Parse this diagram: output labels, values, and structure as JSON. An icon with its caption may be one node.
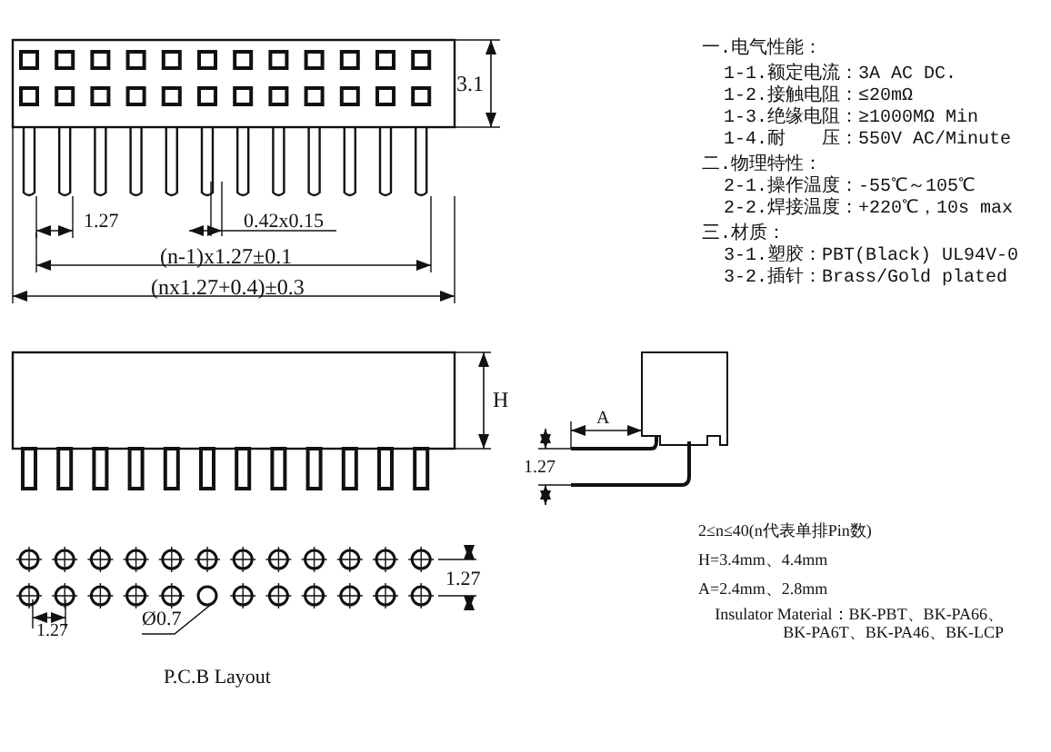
{
  "diagram": {
    "nodes": [
      {
        "text": [
          "Ø0.7"
        ]
      },
      {
        "text": [],
        "shape": "circle"
      }
    ],
    "edges": [
      {
        "from": 0,
        "to": 1,
        "arrow": "none"
      }
    ],
    "labels": [
      "3.1",
      "1.27",
      "0.42x0.15",
      "(n-1)x1.27±0.1",
      "(nx1.27+0.4)±0.3",
      "H",
      "A",
      "1.27",
      "1.27",
      "1.27",
      "P.C.B Layout",
      "一.电气性能：",
      "1-1.额定电流：3A AC DC.",
      "1-2.接触电阻：≤20mΩ",
      "1-3.绝缘电阻：≥1000MΩ Min",
      "1-4.耐　　压：550V AC/Minute",
      "二.物理特性：",
      "2-1.操作温度：-55℃～105℃",
      "2-2.焊接温度：+220℃，10s max",
      "三.材质：",
      "3-1.塑胶：PBT(Black) UL94V-0",
      "3-2.插针：Brass/Gold plated",
      "2≤n≤40(n代表单排Pin数)",
      "H=3.4mm、4.4mm",
      "A=2.4mm、2.8mm",
      "Insulator Material：BK-PBT、BK-PA66、BK-PA6T、BK-PA46、BK-LCP"
    ]
  }
}
